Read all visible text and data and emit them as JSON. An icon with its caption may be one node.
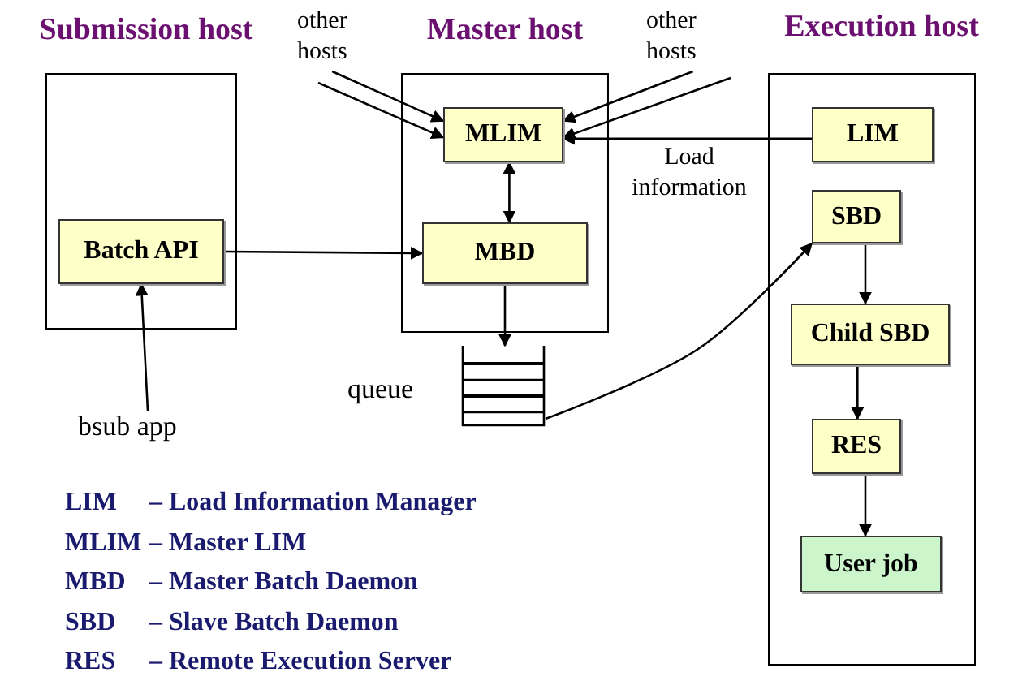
{
  "diagram": {
    "nodes": [
      {
        "text": [
          "Submission host"
        ]
      },
      {
        "text": [
          "Batch API"
        ],
        "in": 0
      },
      {
        "text": [
          "Master host"
        ]
      },
      {
        "text": [
          "MLIM"
        ],
        "in": 2
      },
      {
        "text": [
          "MBD"
        ],
        "in": 2
      },
      {
        "text": [
          "Execution host"
        ]
      },
      {
        "text": [
          "LIM"
        ],
        "in": 5
      },
      {
        "text": [
          "SBD"
        ],
        "in": 5
      },
      {
        "text": [
          "Child SBD"
        ],
        "in": 5
      },
      {
        "text": [
          "RES"
        ],
        "in": 5
      },
      {
        "text": [
          "User job"
        ],
        "in": 5
      },
      {
        "text": [],
        "shape": "box",
        "beside": [
          "queue"
        ]
      },
      {
        "text": [
          "bsub app"
        ]
      },
      {
        "text": [
          "other hosts"
        ]
      },
      {
        "text": [
          "other hosts"
        ]
      }
    ],
    "edges": [
      {
        "from": 12,
        "to": 1,
        "arrow": "to"
      },
      {
        "from": 1,
        "to": 4,
        "arrow": "to"
      },
      {
        "from": 13,
        "to": 3,
        "arrow": "to"
      },
      {
        "from": 13,
        "to": 3,
        "arrow": "to"
      },
      {
        "from": 14,
        "to": 3,
        "arrow": "to"
      },
      {
        "from": 14,
        "to": 3,
        "arrow": "to"
      },
      {
        "from": 3,
        "to": 4,
        "arrow": "both"
      },
      {
        "from": 6,
        "to": 3,
        "label": "Load information",
        "arrow": "to"
      },
      {
        "from": 4,
        "to": 11,
        "arrow": "to"
      },
      {
        "from": 11,
        "to": 7,
        "arrow": "to"
      },
      {
        "from": 7,
        "to": 8,
        "arrow": "to"
      },
      {
        "from": 8,
        "to": 9,
        "arrow": "to"
      },
      {
        "from": 9,
        "to": 10,
        "arrow": "to"
      }
    ],
    "labels": [
      "LIM",
      "– Load Information Manager",
      "MLIM",
      "– Master LIM",
      "MBD",
      "– Master Batch Daemon",
      "SBD",
      "– Slave Batch Daemon",
      "RES",
      "– Remote Execution Server"
    ]
  }
}
